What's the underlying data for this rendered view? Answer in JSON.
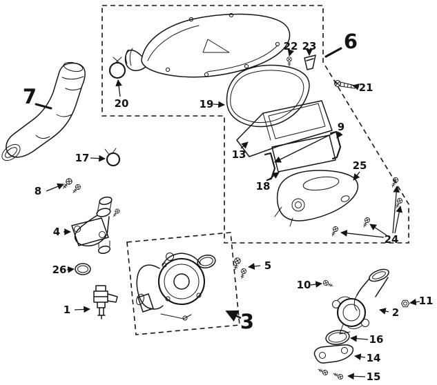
{
  "colors": {
    "ink": "#141414",
    "bg": "#ffffff"
  },
  "callouts": {
    "c1": "1",
    "c2": "2",
    "c3": "3",
    "c4": "4",
    "c5": "5",
    "c6": "6",
    "c7": "7",
    "c8": "8",
    "c9": "9",
    "c10": "10",
    "c11": "11",
    "c13": "13",
    "c14": "14",
    "c15": "15",
    "c16": "16",
    "c17": "17",
    "c18": "18",
    "c19": "19",
    "c20": "20",
    "c21": "21",
    "c22": "22",
    "c23": "23",
    "c24": "24",
    "c25": "25",
    "c26": "26"
  }
}
